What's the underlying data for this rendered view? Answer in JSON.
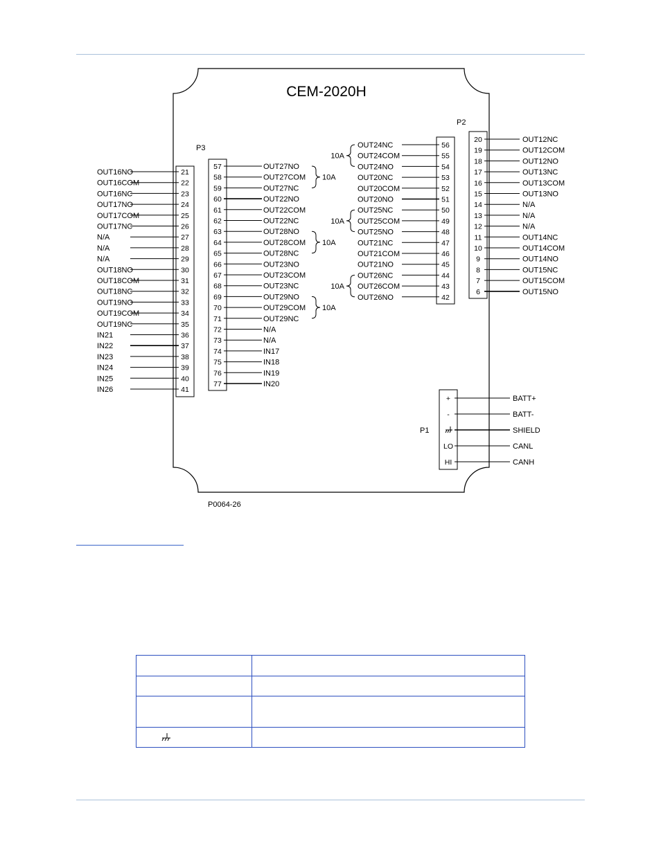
{
  "title": "CEM-2020H",
  "figure_id": "P0064-26",
  "amp_label": "10A",
  "p1": {
    "name": "P1",
    "pins": [
      {
        "pin": "+",
        "label": "BATT+"
      },
      {
        "pin": "-",
        "label": "BATT-"
      },
      {
        "pin": "ground",
        "label": "SHIELD"
      },
      {
        "pin": "LO",
        "label": "CANL"
      },
      {
        "pin": "HI",
        "label": "CANH"
      }
    ]
  },
  "p2": {
    "name": "P2",
    "pins": [
      {
        "pin": "20",
        "label": "OUT12NC"
      },
      {
        "pin": "19",
        "label": "OUT12COM"
      },
      {
        "pin": "18",
        "label": "OUT12NO"
      },
      {
        "pin": "17",
        "label": "OUT13NC"
      },
      {
        "pin": "16",
        "label": "OUT13COM"
      },
      {
        "pin": "15",
        "label": "OUT13NO"
      },
      {
        "pin": "14",
        "label": "N/A"
      },
      {
        "pin": "13",
        "label": "N/A"
      },
      {
        "pin": "12",
        "label": "N/A"
      },
      {
        "pin": "11",
        "label": "OUT14NC"
      },
      {
        "pin": "10",
        "label": "OUT14COM"
      },
      {
        "pin": "9",
        "label": "OUT14NO"
      },
      {
        "pin": "8",
        "label": "OUT15NC"
      },
      {
        "pin": "7",
        "label": "OUT15COM"
      },
      {
        "pin": "6",
        "label": "OUT15NO"
      }
    ]
  },
  "p3": {
    "name": "P3",
    "left_pins": [
      {
        "pin": "21",
        "label": "OUT16NO"
      },
      {
        "pin": "22",
        "label": "OUT16COM"
      },
      {
        "pin": "23",
        "label": "OUT16NC"
      },
      {
        "pin": "24",
        "label": "OUT17NO"
      },
      {
        "pin": "25",
        "label": "OUT17COM"
      },
      {
        "pin": "26",
        "label": "OUT17NC"
      },
      {
        "pin": "27",
        "label": "N/A"
      },
      {
        "pin": "28",
        "label": "N/A"
      },
      {
        "pin": "29",
        "label": "N/A"
      },
      {
        "pin": "30",
        "label": "OUT18NO"
      },
      {
        "pin": "31",
        "label": "OUT18COM"
      },
      {
        "pin": "32",
        "label": "OUT18NC"
      },
      {
        "pin": "33",
        "label": "OUT19NO"
      },
      {
        "pin": "34",
        "label": "OUT19COM"
      },
      {
        "pin": "35",
        "label": "OUT19NC"
      },
      {
        "pin": "36",
        "label": "IN21"
      },
      {
        "pin": "37",
        "label": "IN22"
      },
      {
        "pin": "38",
        "label": "IN23"
      },
      {
        "pin": "39",
        "label": "IN24"
      },
      {
        "pin": "40",
        "label": "IN25"
      },
      {
        "pin": "41",
        "label": "IN26"
      }
    ],
    "right_pins": [
      {
        "pin": "57",
        "label": "OUT27NO"
      },
      {
        "pin": "58",
        "label": "OUT27COM"
      },
      {
        "pin": "59",
        "label": "OUT27NC"
      },
      {
        "pin": "60",
        "label": "OUT22NO"
      },
      {
        "pin": "61",
        "label": "OUT22COM"
      },
      {
        "pin": "62",
        "label": "OUT22NC"
      },
      {
        "pin": "63",
        "label": "OUT28NO"
      },
      {
        "pin": "64",
        "label": "OUT28COM"
      },
      {
        "pin": "65",
        "label": "OUT28NC"
      },
      {
        "pin": "66",
        "label": "OUT23NO"
      },
      {
        "pin": "67",
        "label": "OUT23COM"
      },
      {
        "pin": "68",
        "label": "OUT23NC"
      },
      {
        "pin": "69",
        "label": "OUT29NO"
      },
      {
        "pin": "70",
        "label": "OUT29COM"
      },
      {
        "pin": "71",
        "label": "OUT29NC"
      },
      {
        "pin": "72",
        "label": "N/A"
      },
      {
        "pin": "73",
        "label": "N/A"
      },
      {
        "pin": "74",
        "label": "IN17"
      },
      {
        "pin": "75",
        "label": "IN18"
      },
      {
        "pin": "76",
        "label": "IN19"
      },
      {
        "pin": "77",
        "label": "IN20"
      }
    ],
    "right_groups": [
      0,
      2,
      4
    ]
  },
  "center": {
    "pins": [
      {
        "pin": "56",
        "label": "OUT24NC"
      },
      {
        "pin": "55",
        "label": "OUT24COM"
      },
      {
        "pin": "54",
        "label": "OUT24NO"
      },
      {
        "pin": "53",
        "label": "OUT20NC"
      },
      {
        "pin": "52",
        "label": "OUT20COM"
      },
      {
        "pin": "51",
        "label": "OUT20NO"
      },
      {
        "pin": "50",
        "label": "OUT25NC"
      },
      {
        "pin": "49",
        "label": "OUT25COM"
      },
      {
        "pin": "48",
        "label": "OUT25NO"
      },
      {
        "pin": "47",
        "label": "OUT21NC"
      },
      {
        "pin": "46",
        "label": "OUT21COM"
      },
      {
        "pin": "45",
        "label": "OUT21NO"
      },
      {
        "pin": "44",
        "label": "OUT26NC"
      },
      {
        "pin": "43",
        "label": "OUT26COM"
      },
      {
        "pin": "42",
        "label": "OUT26NO"
      }
    ],
    "groups": [
      0,
      2,
      4
    ]
  },
  "table": {
    "rows": [
      {
        "col1": "",
        "col2": ""
      },
      {
        "col1": "",
        "col2": ""
      },
      {
        "col1": "",
        "col2": ""
      },
      {
        "col1": "ground-icon",
        "col2": ""
      }
    ]
  }
}
